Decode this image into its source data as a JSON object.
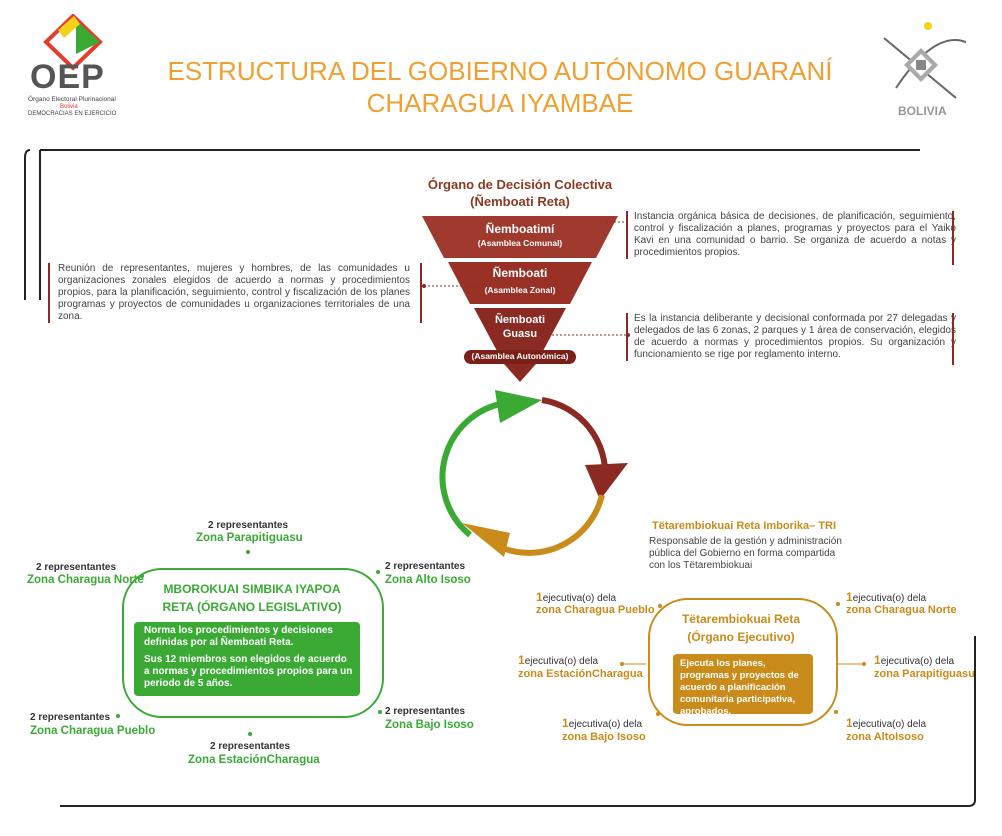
{
  "title": {
    "line1": "ESTRUCTURA DEL GOBIERNO AUTÓNOMO GUARANÍ",
    "line2": "CHARAGUA IYAMBAE"
  },
  "logo_left": {
    "brand": "OEP",
    "line1": "Órgano Electoral Plurinacional",
    "line2": "Bolivia",
    "line3": "DEMOCRACIAS EN EJERCICIO"
  },
  "logo_right": {
    "text": "BOLIVIA"
  },
  "decision": {
    "heading1": "Órgano de Decisión Colectiva",
    "heading2": "(Ñemboati Reta)",
    "level1": {
      "name": "Ñemboatimí",
      "sub": "(Asamblea Comunal)"
    },
    "level2": {
      "name": "Ñemboati",
      "sub": "(Asamblea Zonal)"
    },
    "level3": {
      "name1": "Ñemboati",
      "name2": "Guasu",
      "sub": "(Asamblea Autonómica)"
    },
    "desc_comunal": "Instancia orgánica básica de decisiones, de planificación, seguimiento, control y fiscalización a planes, programas y proyectos para el Yaiko Kavi en una comunidad o barrio. Se organiza de acuerdo a notas y procedimientos propios.",
    "desc_zonal": "Reunión de representantes, mujeres y hombres, de las comunidades u organizaciones zonales elegidos de acuerdo a normas y procedimientos propios, para la planificación, seguimiento, control y fiscalización de los planes programas y proyectos de comunidades u organizaciones territoriales de una zona.",
    "desc_guasu": "Es la instancia deliberante y decisional conformada por 27 delegadas y delegados de las 6 zonas, 2 parques y 1 área de conservación, elegidos de acuerdo a normas y procedimientos propios. Su organización y funcionamiento se rige por reglamento interno."
  },
  "legislative": {
    "title1": "MBOROKUAI SIMBIKA IYAPOA",
    "title2": "RETA (ÓRGANO LEGISLATIVO)",
    "text1": "Norma los procedimientos y decisiones definidas por al Ñemboati Reta.",
    "text2": "Sus 12 miembros son elegidos de acuerdo a normas y procedimientos propios para un periodo de 5 años.",
    "reps": [
      {
        "count": "2 representantes",
        "zone": "Zona Parapitiguasu"
      },
      {
        "count": "2 representantes",
        "zone": "Zona Charagua Norte"
      },
      {
        "count": "2 representantes",
        "zone": "Zona Alto Isoso"
      },
      {
        "count": "2 representantes",
        "zone": "Zona Charagua Pueblo"
      },
      {
        "count": "2 representantes",
        "zone": "Zona Bajo Isoso"
      },
      {
        "count": "2 representantes",
        "zone": "Zona EstaciónCharagua"
      }
    ]
  },
  "executive": {
    "header": "Tëtarembiokuai Reta Imborika– TRI",
    "header_desc": "Responsable de la gestión y administración pública del Gobierno en forma compartida con los Tëtarembiokuai",
    "title1": "Tëtarembiokuai Reta",
    "title2": "(Órgano Ejecutivo)",
    "text": "Ejecuta los planes, programas y proyectos de acuerdo a planificación comunitaria participativa, aprobados.",
    "execs": [
      {
        "num": "1",
        "label": "ejecutiva(o) dela",
        "zone": "zona Charagua Pueblo"
      },
      {
        "num": "1",
        "label": "ejecutiva(o) dela",
        "zone": "zona Charagua Norte"
      },
      {
        "num": "1",
        "label": "ejecutiva(o) dela",
        "zone": "zona EstaciónCharagua"
      },
      {
        "num": "1",
        "label": "ejecutiva(o) dela",
        "zone": "zona Parapitiguasu"
      },
      {
        "num": "1",
        "label": "ejecutiva(o) dela",
        "zone": "zona Bajo Isoso"
      },
      {
        "num": "1",
        "label": "ejecutiva(o) dela",
        "zone": "zona AltoIsoso"
      }
    ]
  },
  "colors": {
    "title": "#f0a032",
    "brown": "#8b2a22",
    "green": "#3aaa35",
    "gold": "#c98b1a"
  }
}
